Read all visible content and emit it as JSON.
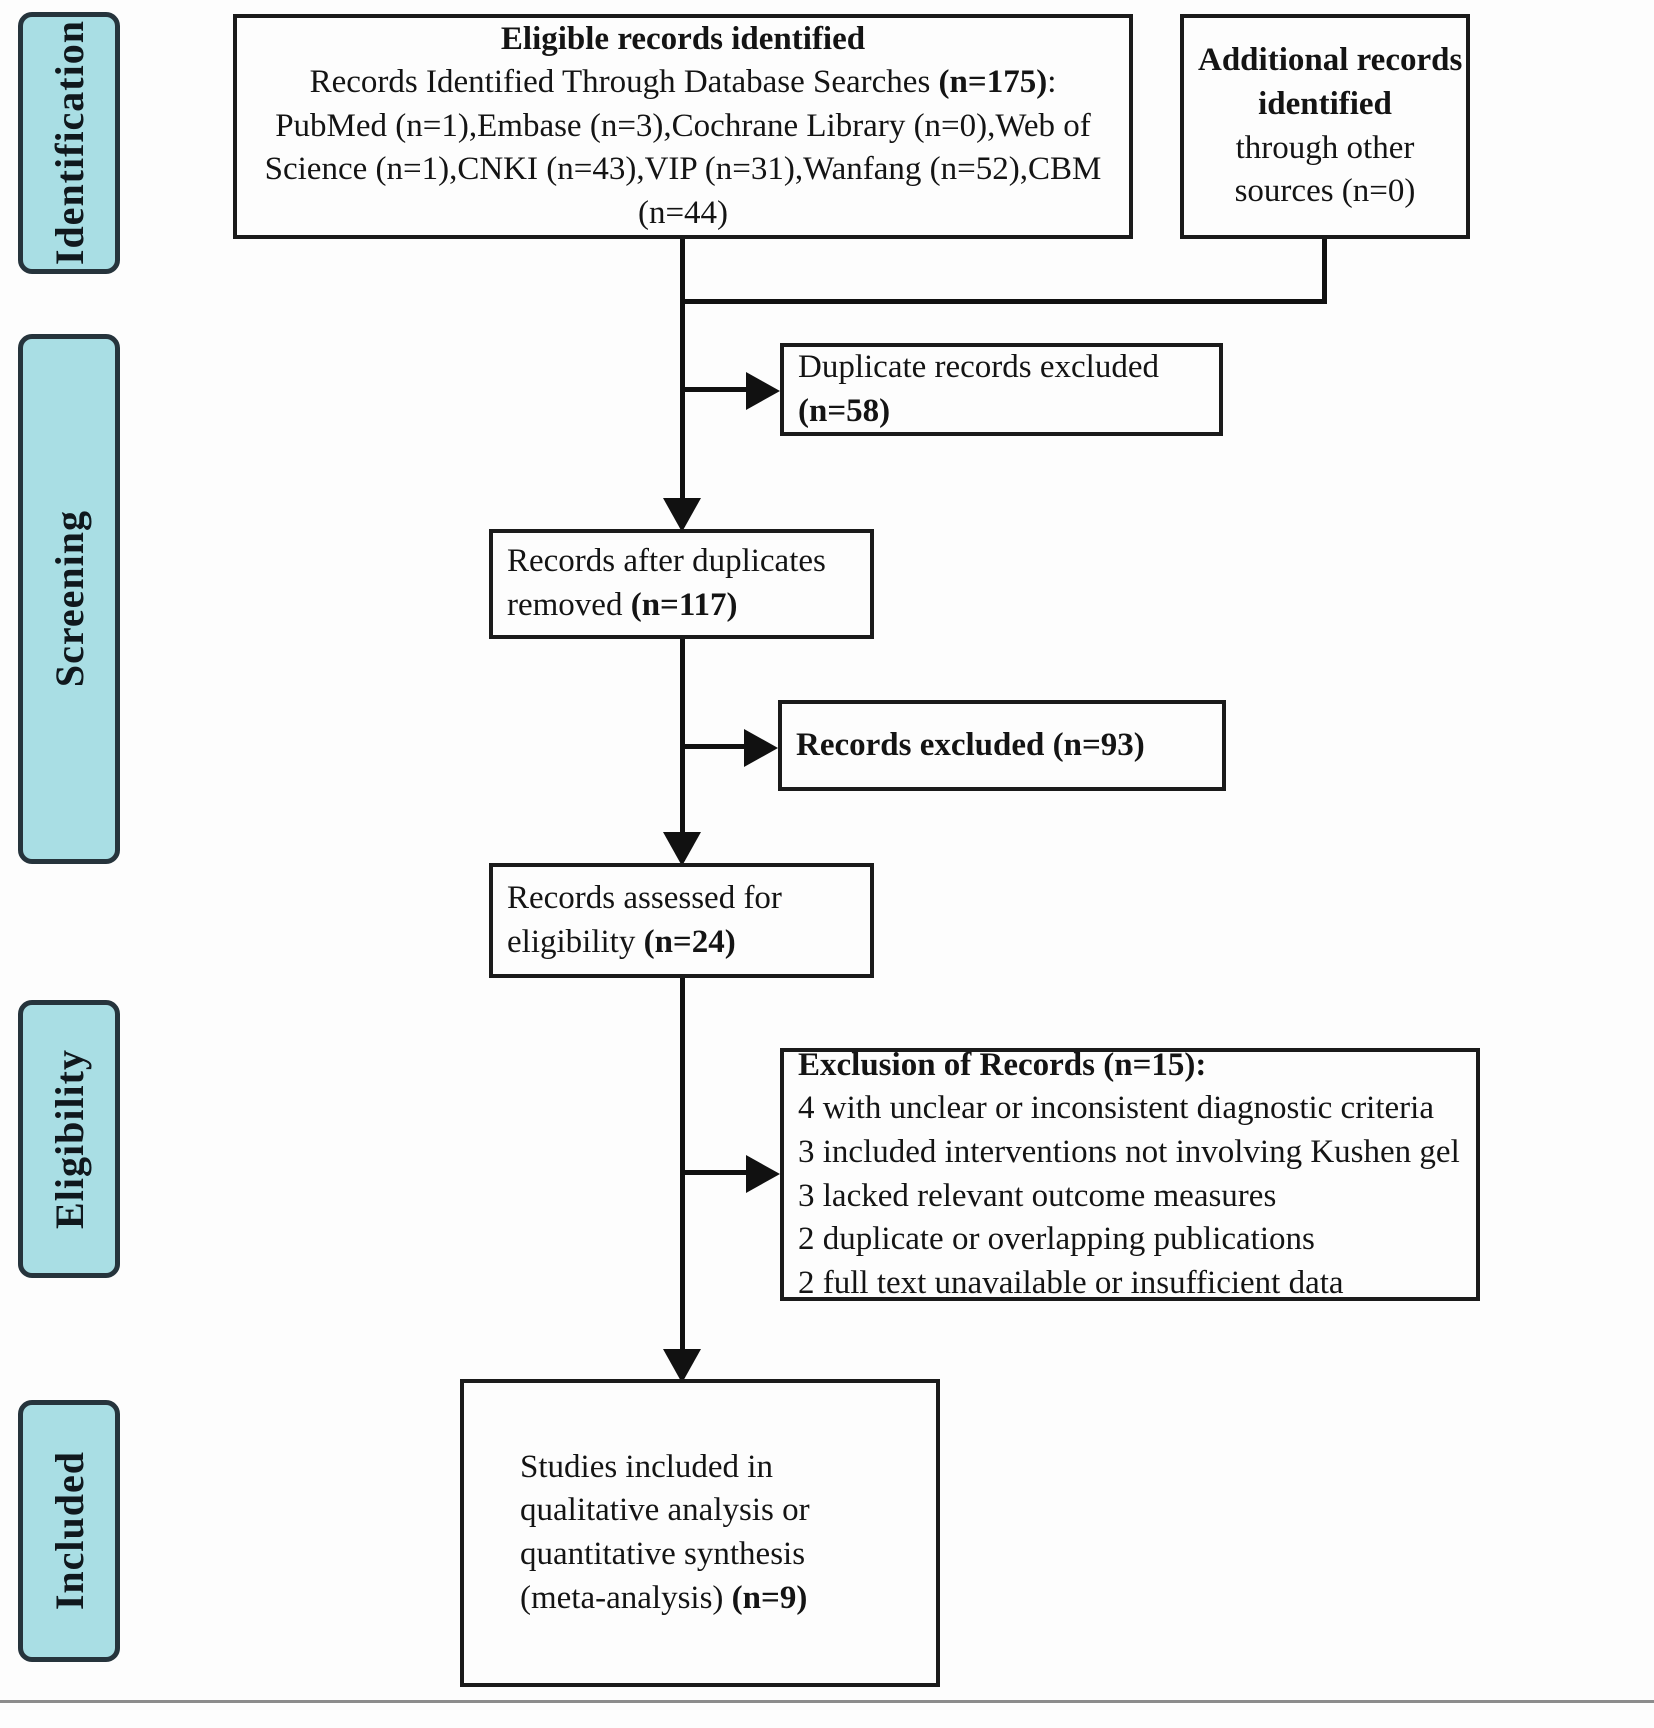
{
  "diagram": {
    "title": "PRISMA flow diagram",
    "accent_color": "#a9dee4",
    "border_color": "#26343c",
    "line_color": "#111111"
  },
  "stages": [
    {
      "label": "Identification"
    },
    {
      "label": "Screening"
    },
    {
      "label": "Eligibility"
    },
    {
      "label": "Included"
    }
  ],
  "boxes": {
    "identification_db": {
      "name": "eligible-records-identified",
      "lines": [
        "Eligible records identified",
        "Records Identified Through Database Searches (n=175):",
        "PubMed (n=1),Embase (n=3),Cochrane Library (n=0),Web of",
        "Science (n=1),CNKI (n=43),VIP (n=31),Wanfang (n=52),CBM",
        "(n=44)"
      ],
      "heading": "Eligible records identified",
      "line2_a": "Records Identified Through Database Searches ",
      "line2_b": "(n=175)",
      "line2_c": ":",
      "line3": "PubMed (n=1),Embase (n=3),Cochrane Library (n=0),Web of",
      "line4": "Science (n=1),CNKI (n=43),VIP (n=31),Wanfang (n=52),CBM",
      "line5": "(n=44)"
    },
    "identification_other": {
      "name": "additional-records-identified",
      "line1": "Additional records",
      "line2": "identified",
      "line3": "through other",
      "line4": "sources (n=0)"
    },
    "duplicates_excluded": {
      "name": "duplicate-records-excluded",
      "line1": "Duplicate records excluded",
      "line2": "(n=58)"
    },
    "after_duplicates": {
      "name": "records-after-duplicates-removed",
      "line1": "Records after duplicates",
      "line2_a": "removed ",
      "line2_b": "(n=117)"
    },
    "records_excluded": {
      "name": "records-excluded",
      "line1": "Records excluded (n=93)"
    },
    "assessed": {
      "name": "records-assessed-for-eligibility",
      "line1": "Records assessed for",
      "line2_a": "eligibility ",
      "line2_b": "(n=24)"
    },
    "exclusion_detail": {
      "name": "exclusion-of-records",
      "heading": "Exclusion of Records (n=15):",
      "reasons": [
        "4 with unclear or inconsistent diagnostic criteria",
        "3 included interventions not involving Kushen gel",
        "3 lacked relevant outcome measures",
        "2 duplicate or overlapping publications",
        "2 full text unavailable or insufficient data"
      ]
    },
    "included": {
      "name": "studies-included",
      "line1": "Studies included in",
      "line2": "qualitative analysis or",
      "line3": "quantitative synthesis",
      "line4_a": "(meta-analysis) ",
      "line4_b": "(n=9)"
    }
  },
  "chart_data": {
    "type": "diagram",
    "title": "PRISMA flow diagram",
    "nodes": [
      {
        "id": "db_search",
        "stage": "Identification",
        "label": "Eligible records identified / Records Identified Through Database Searches",
        "n": 175,
        "sources": [
          {
            "name": "PubMed",
            "n": 1
          },
          {
            "name": "Embase",
            "n": 3
          },
          {
            "name": "Cochrane Library",
            "n": 0
          },
          {
            "name": "Web of Science",
            "n": 1
          },
          {
            "name": "CNKI",
            "n": 43
          },
          {
            "name": "VIP",
            "n": 31
          },
          {
            "name": "Wanfang",
            "n": 52
          },
          {
            "name": "CBM",
            "n": 44
          }
        ]
      },
      {
        "id": "other_sources",
        "stage": "Identification",
        "label": "Additional records identified through other sources",
        "n": 0
      },
      {
        "id": "dup_excluded",
        "stage": "Screening",
        "label": "Duplicate records excluded",
        "n": 58
      },
      {
        "id": "after_dup",
        "stage": "Screening",
        "label": "Records after duplicates removed",
        "n": 117
      },
      {
        "id": "rec_excluded",
        "stage": "Screening",
        "label": "Records excluded",
        "n": 93
      },
      {
        "id": "assessed",
        "stage": "Eligibility",
        "label": "Records assessed for eligibility",
        "n": 24
      },
      {
        "id": "excl_detail",
        "stage": "Eligibility",
        "label": "Exclusion of Records",
        "n": 15,
        "reasons": [
          {
            "n": 4,
            "text": "with unclear or inconsistent diagnostic criteria"
          },
          {
            "n": 3,
            "text": "included interventions not involving Kushen gel"
          },
          {
            "n": 3,
            "text": "lacked relevant outcome measures"
          },
          {
            "n": 2,
            "text": "duplicate or overlapping publications"
          },
          {
            "n": 2,
            "text": "full text unavailable or insufficient data"
          }
        ]
      },
      {
        "id": "included",
        "stage": "Included",
        "label": "Studies included in qualitative analysis or quantitative synthesis (meta-analysis)",
        "n": 9
      }
    ],
    "edges": [
      {
        "from": "db_search",
        "to": "after_dup"
      },
      {
        "from": "other_sources",
        "to": "after_dup"
      },
      {
        "from": "db_search",
        "to": "dup_excluded"
      },
      {
        "from": "after_dup",
        "to": "rec_excluded"
      },
      {
        "from": "after_dup",
        "to": "assessed"
      },
      {
        "from": "assessed",
        "to": "excl_detail"
      },
      {
        "from": "assessed",
        "to": "included"
      }
    ]
  }
}
